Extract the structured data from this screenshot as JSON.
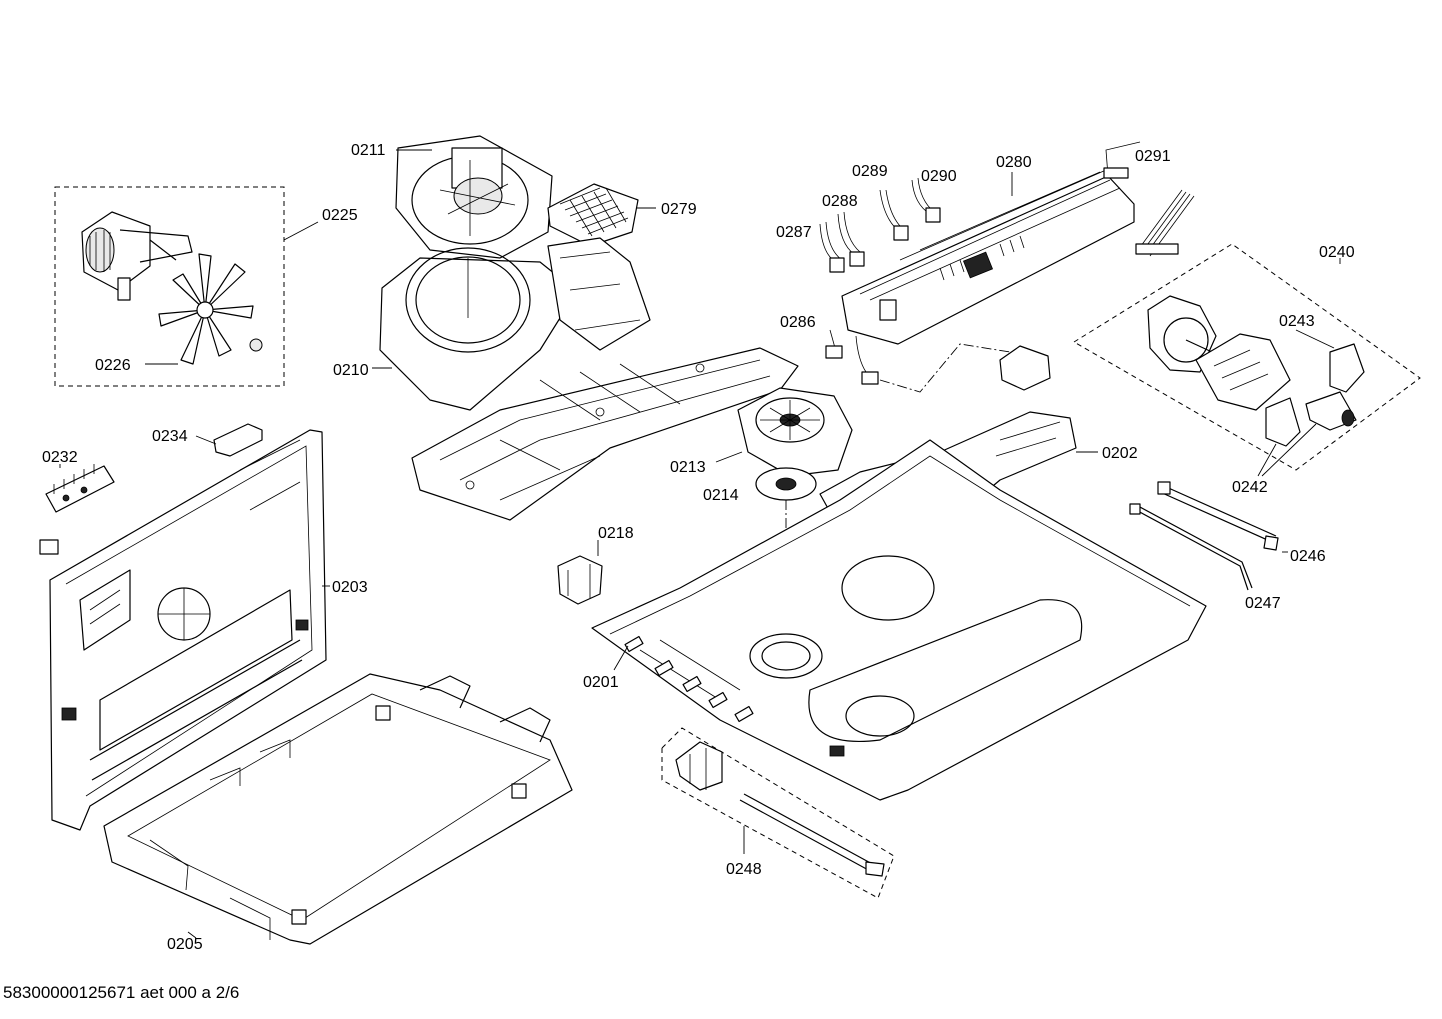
{
  "diagram": {
    "labels": {
      "p0201": "0201",
      "p0202": "0202",
      "p0203": "0203",
      "p0205": "0205",
      "p0210": "0210",
      "p0211": "0211",
      "p0213": "0213",
      "p0214": "0214",
      "p0218": "0218",
      "p0225": "0225",
      "p0226": "0226",
      "p0232": "0232",
      "p0234": "0234",
      "p0240": "0240",
      "p0242": "0242",
      "p0243": "0243",
      "p0246": "0246",
      "p0247": "0247",
      "p0248": "0248",
      "p0279": "0279",
      "p0280": "0280",
      "p0286": "0286",
      "p0287": "0287",
      "p0288": "0288",
      "p0289": "0289",
      "p0290": "0290",
      "p0291": "0291"
    },
    "footer": "58300000125671 aet 000 a 2/6"
  }
}
